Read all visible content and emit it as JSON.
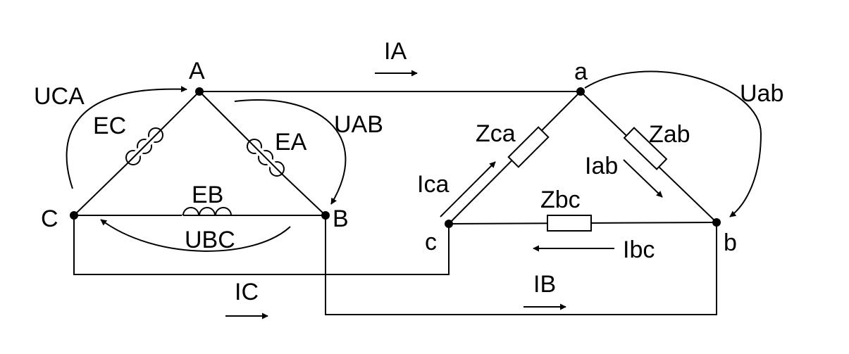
{
  "source": {
    "nodes": {
      "A": "A",
      "B": "B",
      "C": "C"
    },
    "emfs": {
      "ea": "EA",
      "eb": "EB",
      "ec": "EC"
    },
    "voltages": {
      "uab": "UAB",
      "ubc": "UBC",
      "uca": "UCA"
    }
  },
  "load": {
    "nodes": {
      "a": "a",
      "b": "b",
      "c": "c"
    },
    "impedances": {
      "zab": "Zab",
      "zbc": "Zbc",
      "zca": "Zca"
    },
    "phase_currents": {
      "iab": "Iab",
      "ibc": "Ibc",
      "ica": "Ica"
    },
    "voltage_uab": "Uab"
  },
  "line_currents": {
    "ia": "IA",
    "ib": "IB",
    "ic": "IC"
  },
  "colors": {
    "ink": "#000000",
    "background": "#ffffff"
  }
}
